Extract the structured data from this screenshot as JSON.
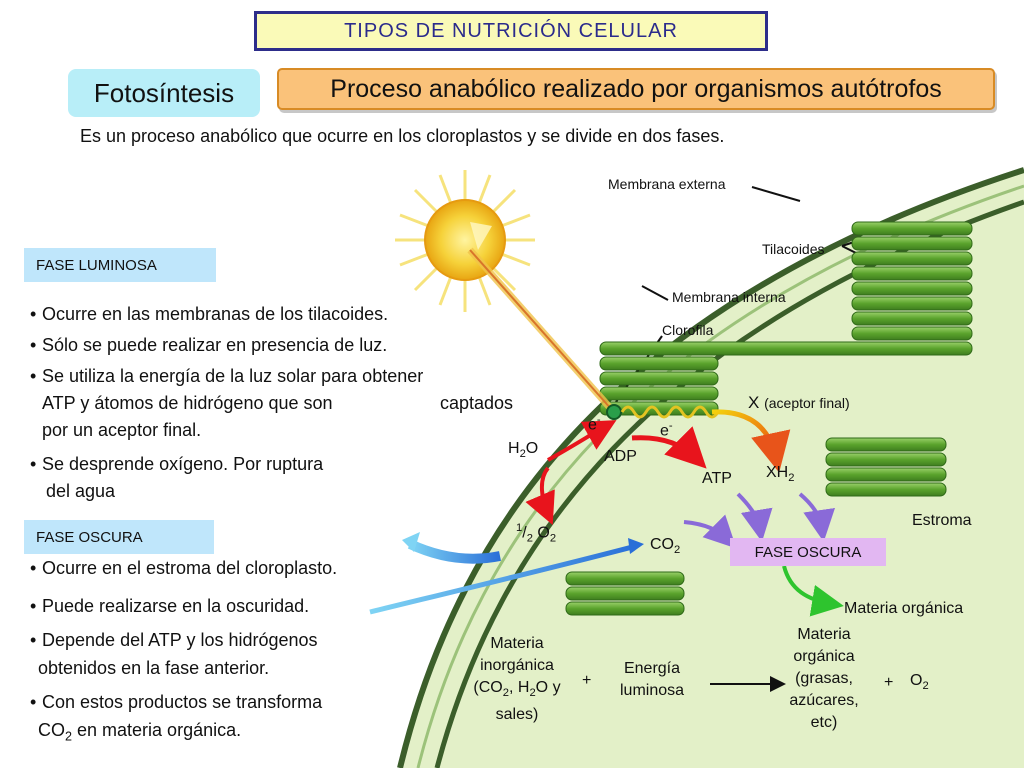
{
  "title": "TIPOS DE NUTRICIÓN CELULAR",
  "fotosintesis": "Fotosíntesis",
  "proceso": "Proceso anabólico realizado por organismos autótrofos",
  "intro": "Es un proceso anabólico que ocurre en los cloroplastos y se divide en dos fases.",
  "fase_luminosa": {
    "label": "FASE LUMINOSA",
    "bullets": [
      "Ocurre en las membranas de los tilacoides.",
      "Sólo se puede realizar en presencia de luz.",
      "Se utiliza la energía de la luz solar para obtener",
      "ATP y átomos de hidrógeno que son",
      "captados",
      "por un aceptor final.",
      "Se desprende oxígeno. Por ruptura",
      "del agua"
    ]
  },
  "fase_oscura": {
    "label": "FASE OSCURA",
    "bullets": [
      "Ocurre en el estroma del cloroplasto.",
      "Puede realizarse en la oscuridad.",
      "Depende del ATP y los hidrógenos",
      "obtenidos en la fase anterior.",
      "Con estos productos se transforma",
      "CO",
      "2",
      " en materia orgánica."
    ]
  },
  "diagram": {
    "membrana_externa": "Membrana externa",
    "tilacoides": "Tilacoides",
    "membrana_interna": "Membrana interna",
    "clorofila": "Clorofila",
    "x_label": "X",
    "x_note": "(aceptor final)",
    "e_minus": "e",
    "minus": "-",
    "h2o_h": "H",
    "h2o_2": "2",
    "h2o_o": "O",
    "adp": "ADP",
    "atp": "ATP",
    "xh2_x": "XH",
    "xh2_2": "2",
    "estroma": "Estroma",
    "half": "1",
    "half_den": "2",
    "o2_o": "O",
    "o2_2": "2",
    "co2_c": "CO",
    "co2_2": "2",
    "fase_oscura": "FASE OSCURA",
    "materia_organica": "Materia orgánica"
  },
  "equation": {
    "materia_inorganica_1": "Materia",
    "materia_inorganica_2": "inorgánica",
    "materia_inorganica_3a": "(CO",
    "materia_inorganica_3b": "2",
    "materia_inorganica_3c": ", H",
    "materia_inorganica_3d": "2",
    "materia_inorganica_3e": "O y",
    "materia_inorganica_4": "sales)",
    "plus": "+",
    "energia_1": "Energía",
    "energia_2": "luminosa",
    "materia_org_1": "Materia",
    "materia_org_2": "orgánica",
    "materia_org_3": "(grasas,",
    "materia_org_4": "azúcares,",
    "materia_org_5": "etc)",
    "o2_o": "O",
    "o2_2": "2"
  },
  "colors": {
    "stroma": "#e3f0c8",
    "thylakoid": "#5a9e2c",
    "membrane": "#3b5e2a",
    "red_arrow": "#e8141c",
    "purple_arrow": "#8a6ad8",
    "blue_arrow": "#3a8fe0",
    "green_arrow": "#2ec42e"
  }
}
